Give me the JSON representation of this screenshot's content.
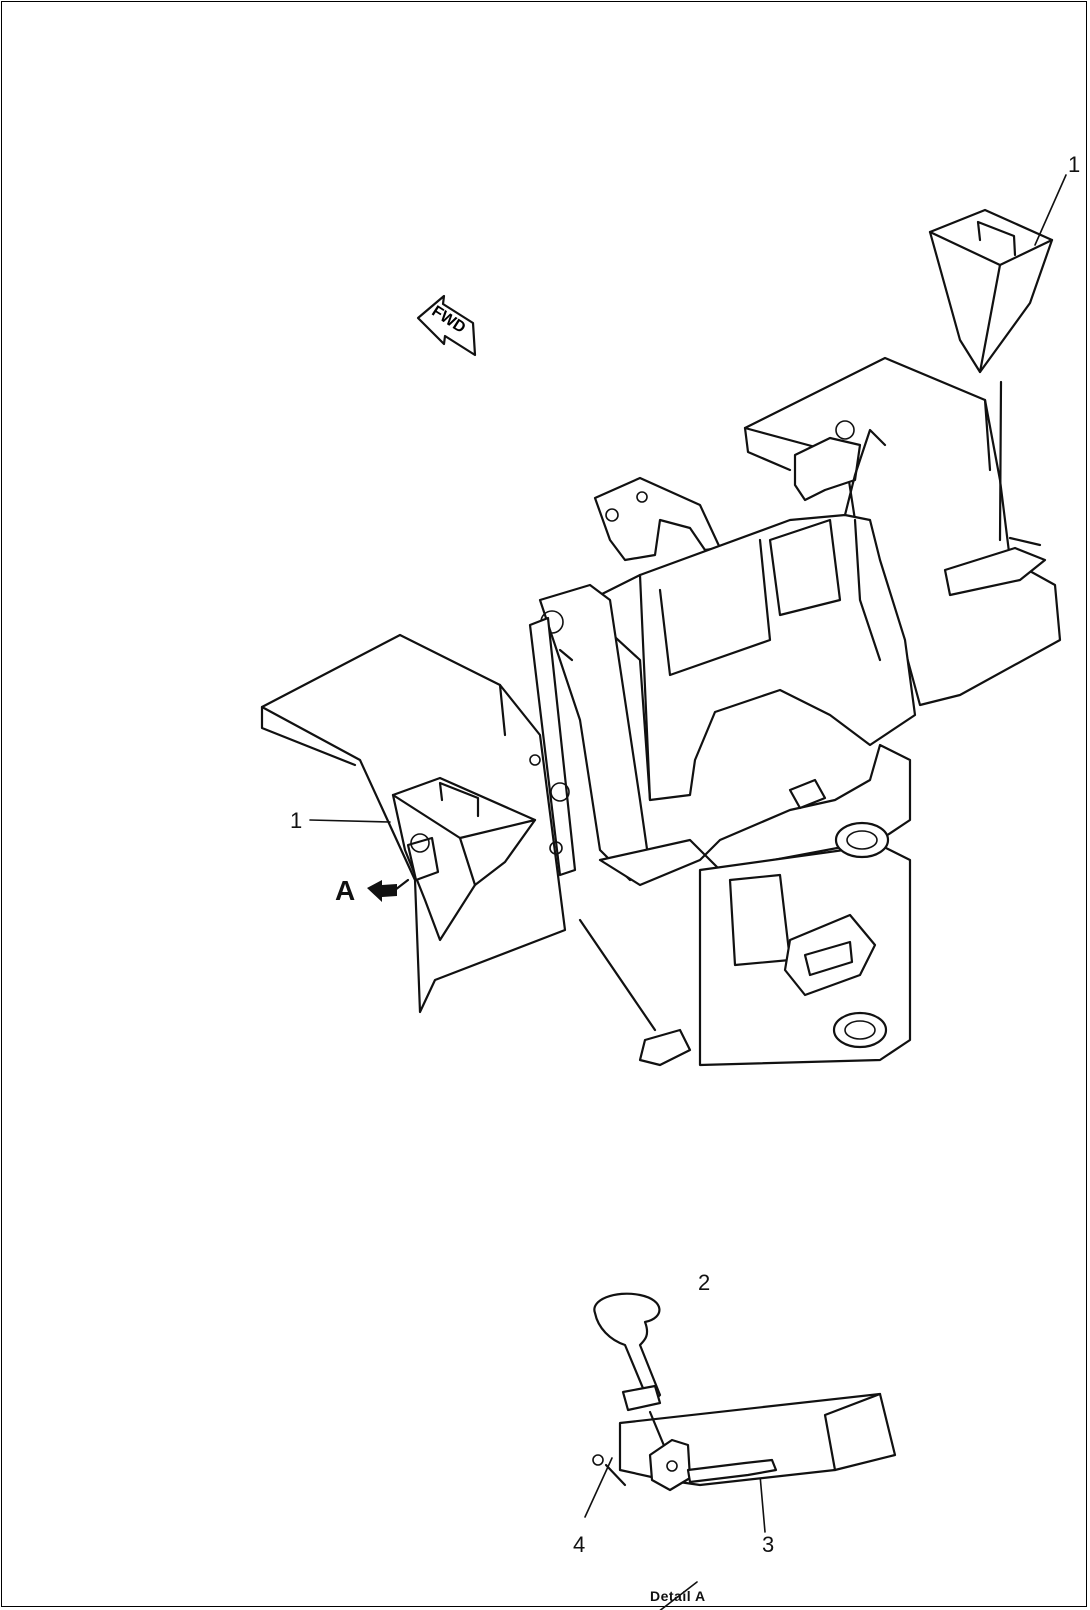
{
  "callouts": {
    "item1_top": "1",
    "item1_left": "1",
    "item2": "2",
    "item3": "3",
    "item4": "4"
  },
  "detail_marker": "A",
  "fwd_label": "FWD",
  "caption": "Detail A"
}
